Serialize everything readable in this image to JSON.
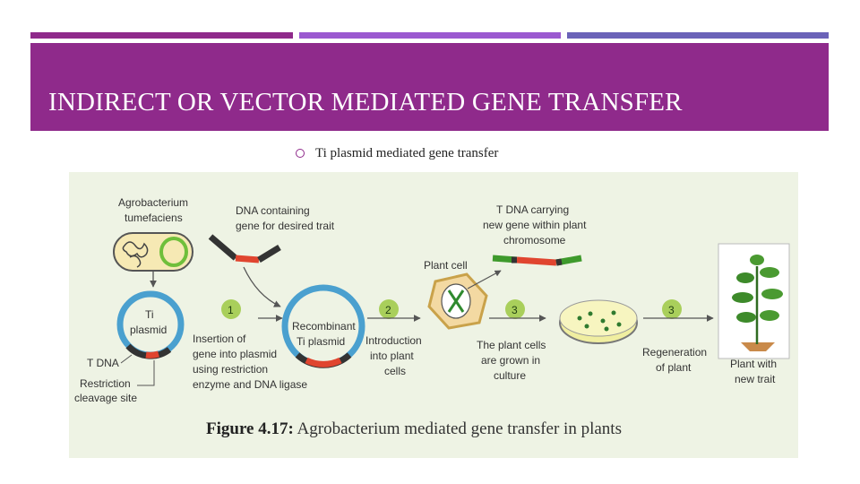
{
  "slide": {
    "title": "INDIRECT OR VECTOR MEDIATED GENE TRANSFER",
    "bullet": "Ti plasmid mediated gene transfer",
    "colors": {
      "banner": "#8f2a8b",
      "bar2": "#9b59d0",
      "bar3": "#6b63b8",
      "plasmid": "#4aa0cf",
      "step_circle": "#a9cf5b",
      "tdna_red": "#e0452f"
    }
  },
  "figure": {
    "labels": {
      "agrobacterium": [
        "Agrobacterium",
        "tumefaciens"
      ],
      "dna_containing": [
        "DNA containing",
        "gene for desired trait"
      ],
      "tdna_carrying": [
        "T DNA  carrying",
        "new gene within plant",
        "chromosome"
      ],
      "plant_cell": "Plant cell",
      "ti_plasmid": [
        "Ti",
        "plasmid"
      ],
      "t_dna": "T DNA",
      "restriction_site": [
        "Restriction",
        "cleavage site"
      ],
      "insertion": [
        "Insertion of",
        "gene into plasmid",
        "using restriction",
        "enzyme and DNA ligase"
      ],
      "recombinant": [
        "Recombinant",
        "Ti plasmid"
      ],
      "introduction": [
        "Introduction",
        "into plant",
        "cells"
      ],
      "grown": [
        "The plant cells",
        "are grown in",
        "culture"
      ],
      "regeneration": [
        "Regeneration",
        "of plant"
      ],
      "new_trait": [
        "Plant with",
        "new trait"
      ]
    },
    "steps": [
      "1",
      "2",
      "3",
      "3"
    ],
    "caption_bold": "Figure 4.17:",
    "caption_text": " Agrobacterium mediated gene transfer in plants"
  }
}
